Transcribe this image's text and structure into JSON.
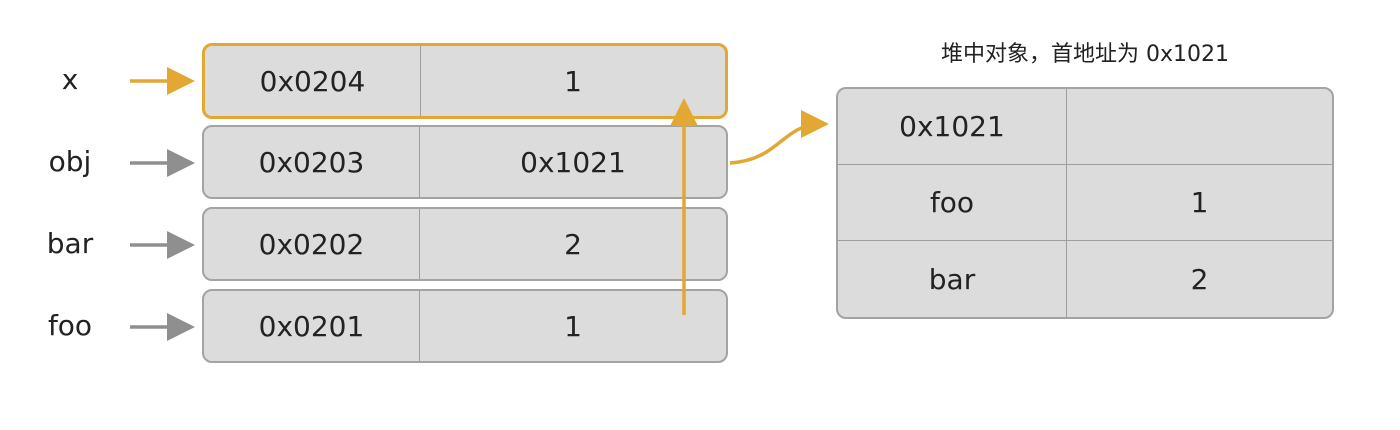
{
  "stack": [
    {
      "var": "x",
      "addr": "0x0204",
      "value": "1"
    },
    {
      "var": "obj",
      "addr": "0x0203",
      "value": "0x1021"
    },
    {
      "var": "bar",
      "addr": "0x0202",
      "value": "2"
    },
    {
      "var": "foo",
      "addr": "0x0201",
      "value": "1"
    }
  ],
  "heap": {
    "caption": "堆中对象，首地址为 0x1021",
    "rows": [
      {
        "key": "0x1021",
        "value": ""
      },
      {
        "key": "foo",
        "value": "1"
      },
      {
        "key": "bar",
        "value": "2"
      }
    ]
  },
  "colors": {
    "highlight": "#e3a733",
    "pointer": "#8f8f8f",
    "cell_fill": "#dcdcdc",
    "cell_border": "#a3a3a3"
  }
}
